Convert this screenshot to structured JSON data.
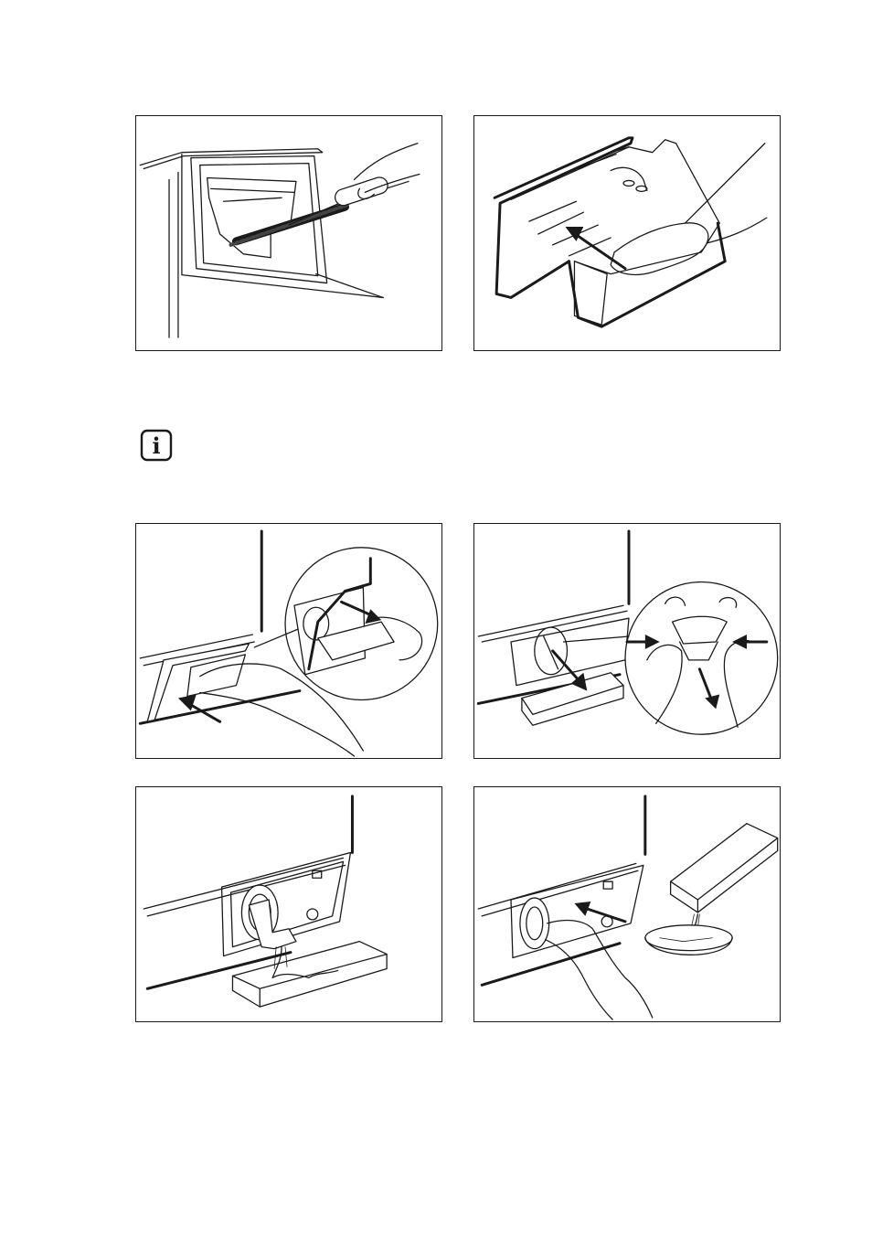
{
  "page": {
    "info_symbol": "i",
    "icons": [
      "info-icon"
    ],
    "colors": {
      "ink": "#1a1a1a",
      "paper": "#ffffff"
    }
  },
  "figures": [
    {
      "id": "clean-dispenser-recess-brush",
      "description_icon": "brush-icon"
    },
    {
      "id": "reinsert-dispenser-drawer",
      "description_icon": "arrow-icon"
    },
    {
      "id": "open-filter-flap",
      "description_icon": "arrow-icon"
    },
    {
      "id": "pull-out-drain-hose",
      "description_icon": "arrow-icon"
    },
    {
      "id": "drain-water-into-tray",
      "description_icon": "water-icon"
    },
    {
      "id": "refit-drain-hose-empty-tray",
      "description_icon": "arrow-icon"
    }
  ]
}
